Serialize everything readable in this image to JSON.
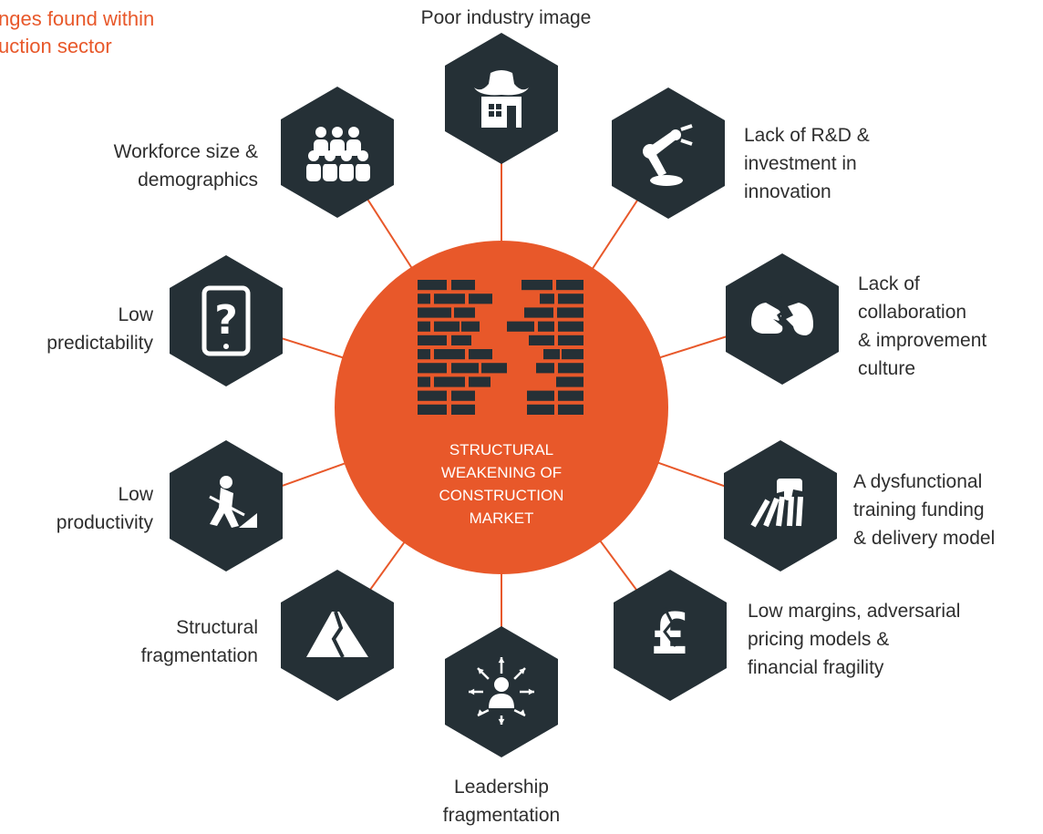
{
  "title_fragment": "nges found within\nuction sector",
  "center": {
    "label": "STRUCTURAL\nWEAKENING OF\nCONSTRUCTION\nMARKET",
    "icon": "brick-wall-crack-icon"
  },
  "colors": {
    "accent": "#e8582a",
    "hexagon": "#253036",
    "connector": "#e8582a",
    "text": "#2e2e2e"
  },
  "factors": [
    {
      "id": "poor-industry-image",
      "label": "Poor industry image",
      "icon": "house-cowboy-hat-icon"
    },
    {
      "id": "lack-of-rd",
      "label": "Lack of R&D &\ninvestment in\ninnovation",
      "icon": "robot-arm-icon"
    },
    {
      "id": "lack-of-collaboration",
      "label": "Lack of\ncollaboration\n& improvement\nculture",
      "icon": "separated-hands-icon"
    },
    {
      "id": "dysfunctional-training",
      "label": "A dysfunctional\ntraining funding\n& delivery model",
      "icon": "dominoes-hand-icon"
    },
    {
      "id": "low-margins",
      "label": "Low margins, adversarial\npricing models &\nfinancial fragility",
      "icon": "broken-pound-icon"
    },
    {
      "id": "leadership-fragmentation",
      "label": "Leadership\nfragmentation",
      "icon": "person-arrows-icon"
    },
    {
      "id": "structural-fragmentation",
      "label": "Structural\nfragmentation",
      "icon": "cracked-mountain-icon"
    },
    {
      "id": "low-productivity",
      "label": "Low\nproductivity",
      "icon": "digging-worker-icon"
    },
    {
      "id": "low-predictability",
      "label": "Low\npredictability",
      "icon": "tablet-question-icon"
    },
    {
      "id": "workforce-size",
      "label": "Workforce size &\ndemographics",
      "icon": "group-of-people-icon"
    }
  ]
}
